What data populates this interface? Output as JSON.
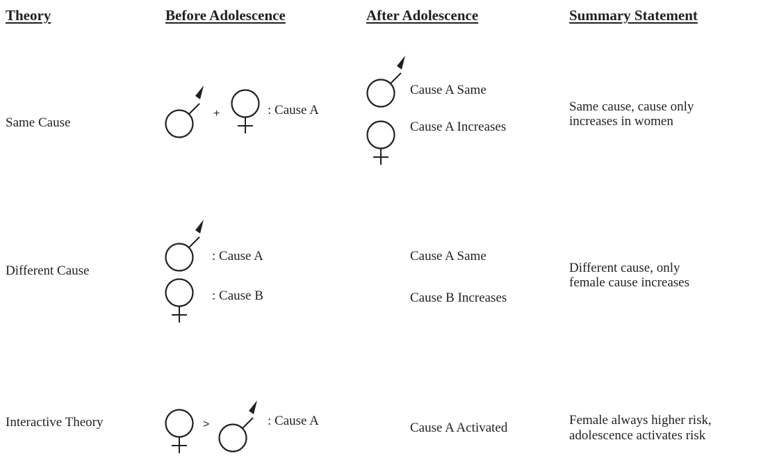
{
  "headers": {
    "theory": "Theory",
    "before": "Before Adolescence",
    "after": "After Adolescence",
    "summary": "Summary Statement"
  },
  "rows": [
    {
      "theory": "Same Cause",
      "before": {
        "operator": "+",
        "label": ": Cause A"
      },
      "after": {
        "male_label": "Cause A Same",
        "female_label": "Cause A Increases"
      },
      "summary_line1": "Same cause, cause only",
      "summary_line2": "increases in women"
    },
    {
      "theory": "Different Cause",
      "before": {
        "male_label": ": Cause A",
        "female_label": ": Cause B"
      },
      "after": {
        "line1": "Cause A Same",
        "line2": "Cause B Increases"
      },
      "summary_line1": "Different cause, only",
      "summary_line2": "female cause increases"
    },
    {
      "theory": "Interactive Theory",
      "before": {
        "operator": ">",
        "label": ": Cause A"
      },
      "after": {
        "line1": "Cause A Activated"
      },
      "summary_line1": "Female always higher risk,",
      "summary_line2": "adolescence activates risk"
    }
  ],
  "symbols": {
    "male": "male-symbol",
    "female": "female-symbol"
  }
}
